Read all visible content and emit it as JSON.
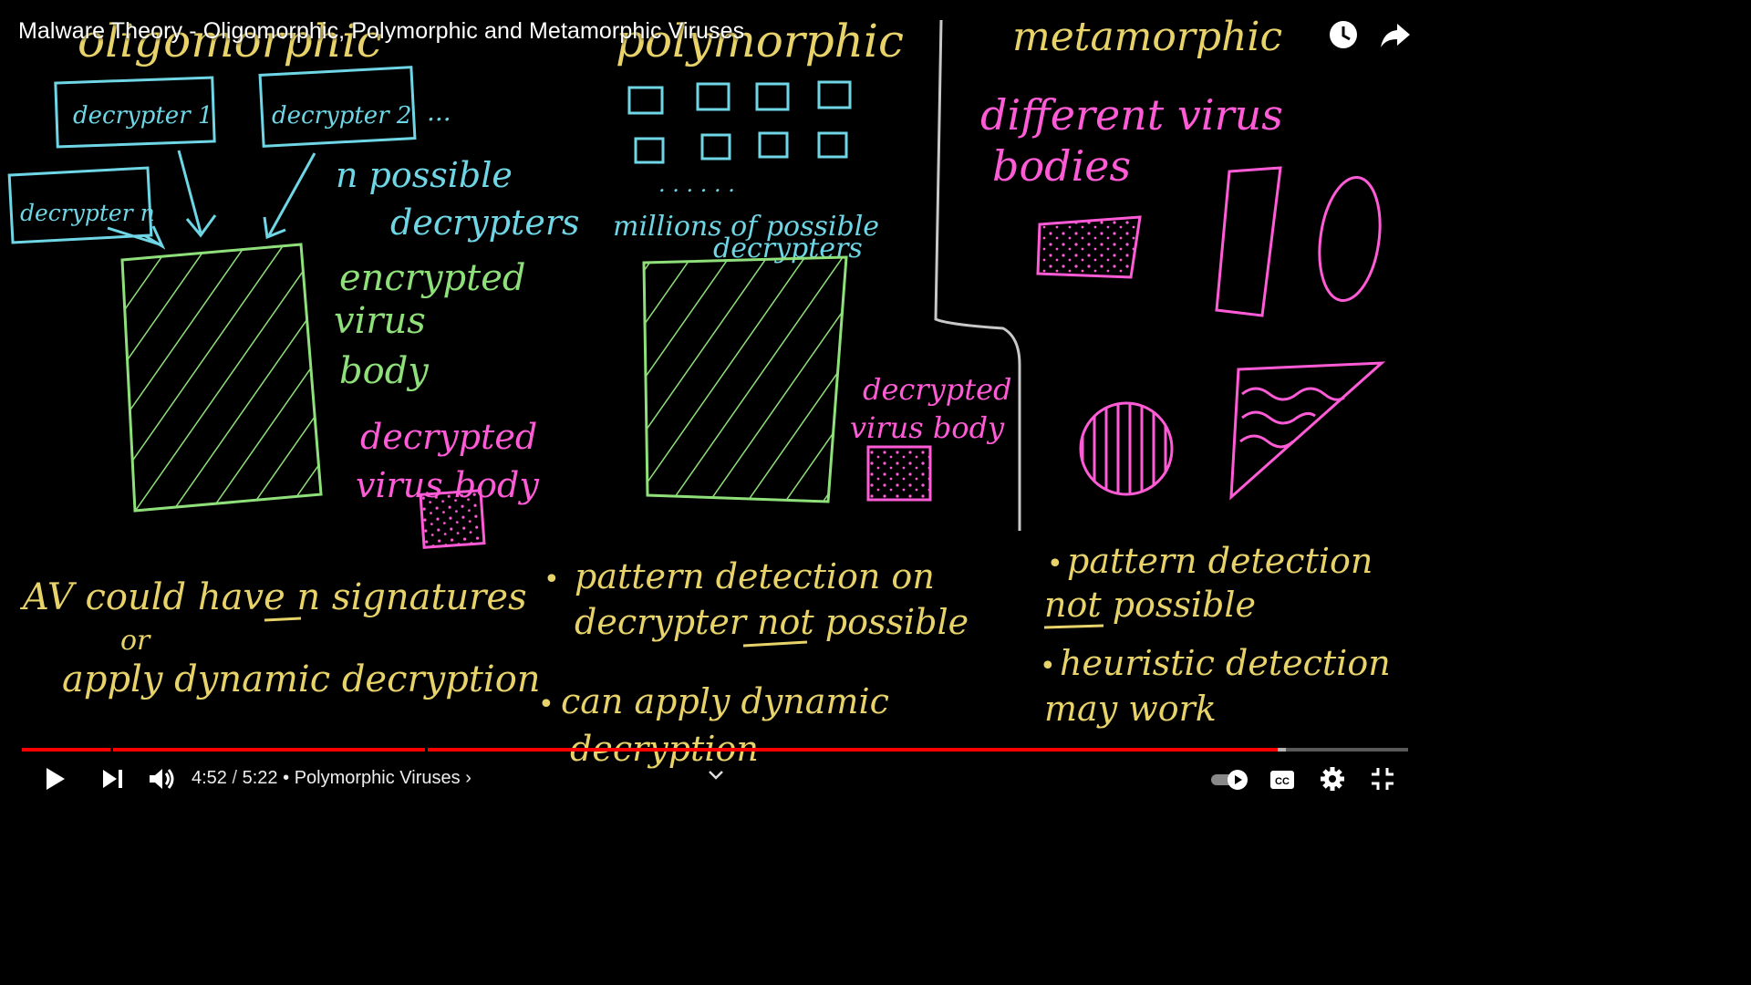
{
  "video": {
    "title": "Malware Theory - Oligomorphic, Polymorphic and Metamorphic Viruses"
  },
  "board": {
    "oligo_heading": "oligomorphic",
    "poly_heading": "polymorphic",
    "meta_heading": "metamorphic",
    "decrypter_1": "decrypter 1",
    "decrypter_2": "decrypter 2",
    "decrypter_n": "decrypter n",
    "ellipsis": "...",
    "n_possible": "n possible",
    "decrypters": "decrypters",
    "encrypted": "encrypted",
    "virus": "virus",
    "body": "body",
    "decrypted_1": "decrypted",
    "virus_body": "virus body",
    "millions_1": "millions of possible",
    "millions_2": "decrypters",
    "poly_decrypted_1": "decrypted",
    "poly_decrypted_2": "virus body",
    "different_1": "different virus",
    "different_2": "bodies",
    "oligo_note_1": "AV could have n signatures",
    "oligo_note_or": "or",
    "oligo_note_2": "apply dynamic decryption",
    "poly_note_1": "pattern detection on",
    "poly_note_2": "decrypter not possible",
    "poly_note_3": "can apply dynamic",
    "poly_note_4": "decryption",
    "meta_note_1": "pattern detection",
    "meta_note_2": "not possible",
    "meta_note_3": "heuristic detection",
    "meta_note_4": "may work",
    "bullet": "•",
    "dots": ". . .   . . ."
  },
  "player": {
    "current_time": "4:52",
    "duration": "5:22",
    "separator": "/",
    "chapter_dot": "•",
    "chapter": "Polymorphic Viruses",
    "chapter_chevron": "›",
    "progress_fraction": 0.906,
    "buffered_fraction": 0.912,
    "chapter_marks": [
      0.064,
      0.291
    ],
    "autoplay": true
  },
  "colors": {
    "cyan": "#6fd6e6",
    "green": "#8fe07a",
    "magenta": "#ff5bd6",
    "yellow": "#e8d36a",
    "red": "#ff0000"
  },
  "icons": {
    "watch_later": "clock-icon",
    "share": "share-icon",
    "play": "play-icon",
    "next": "next-icon",
    "volume": "volume-icon",
    "chevron": "chevron-down-icon",
    "autoplay": "autoplay-toggle-icon",
    "cc": "captions-icon",
    "settings": "gear-icon",
    "exit_fullscreen": "exit-fullscreen-icon"
  }
}
